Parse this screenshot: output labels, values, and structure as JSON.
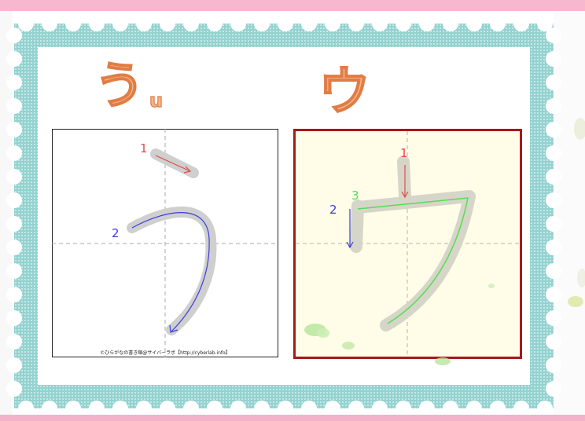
{
  "left_char": {
    "kana": "う",
    "romaji": "u"
  },
  "right_char": {
    "kana": "ウ"
  },
  "left_strokes": [
    {
      "number": "1",
      "color": "#e04a4a"
    },
    {
      "number": "2",
      "color": "#3d3ddb"
    }
  ],
  "right_strokes": [
    {
      "number": "1",
      "color": "#e04a4a"
    },
    {
      "number": "2",
      "color": "#3d3ddb"
    },
    {
      "number": "3",
      "color": "#55dd55"
    }
  ],
  "copyright": "©ひらがなの書き順@サイバーラボ【http://cyberlab.info】",
  "colors": {
    "stamp_border": "#93d2cf",
    "kana_fill": "#f6b58b",
    "kana_outline": "#e07d45",
    "active_frame": "#a8171a",
    "active_bg": "#fffde8",
    "top_bar": "#f7b7cf"
  }
}
